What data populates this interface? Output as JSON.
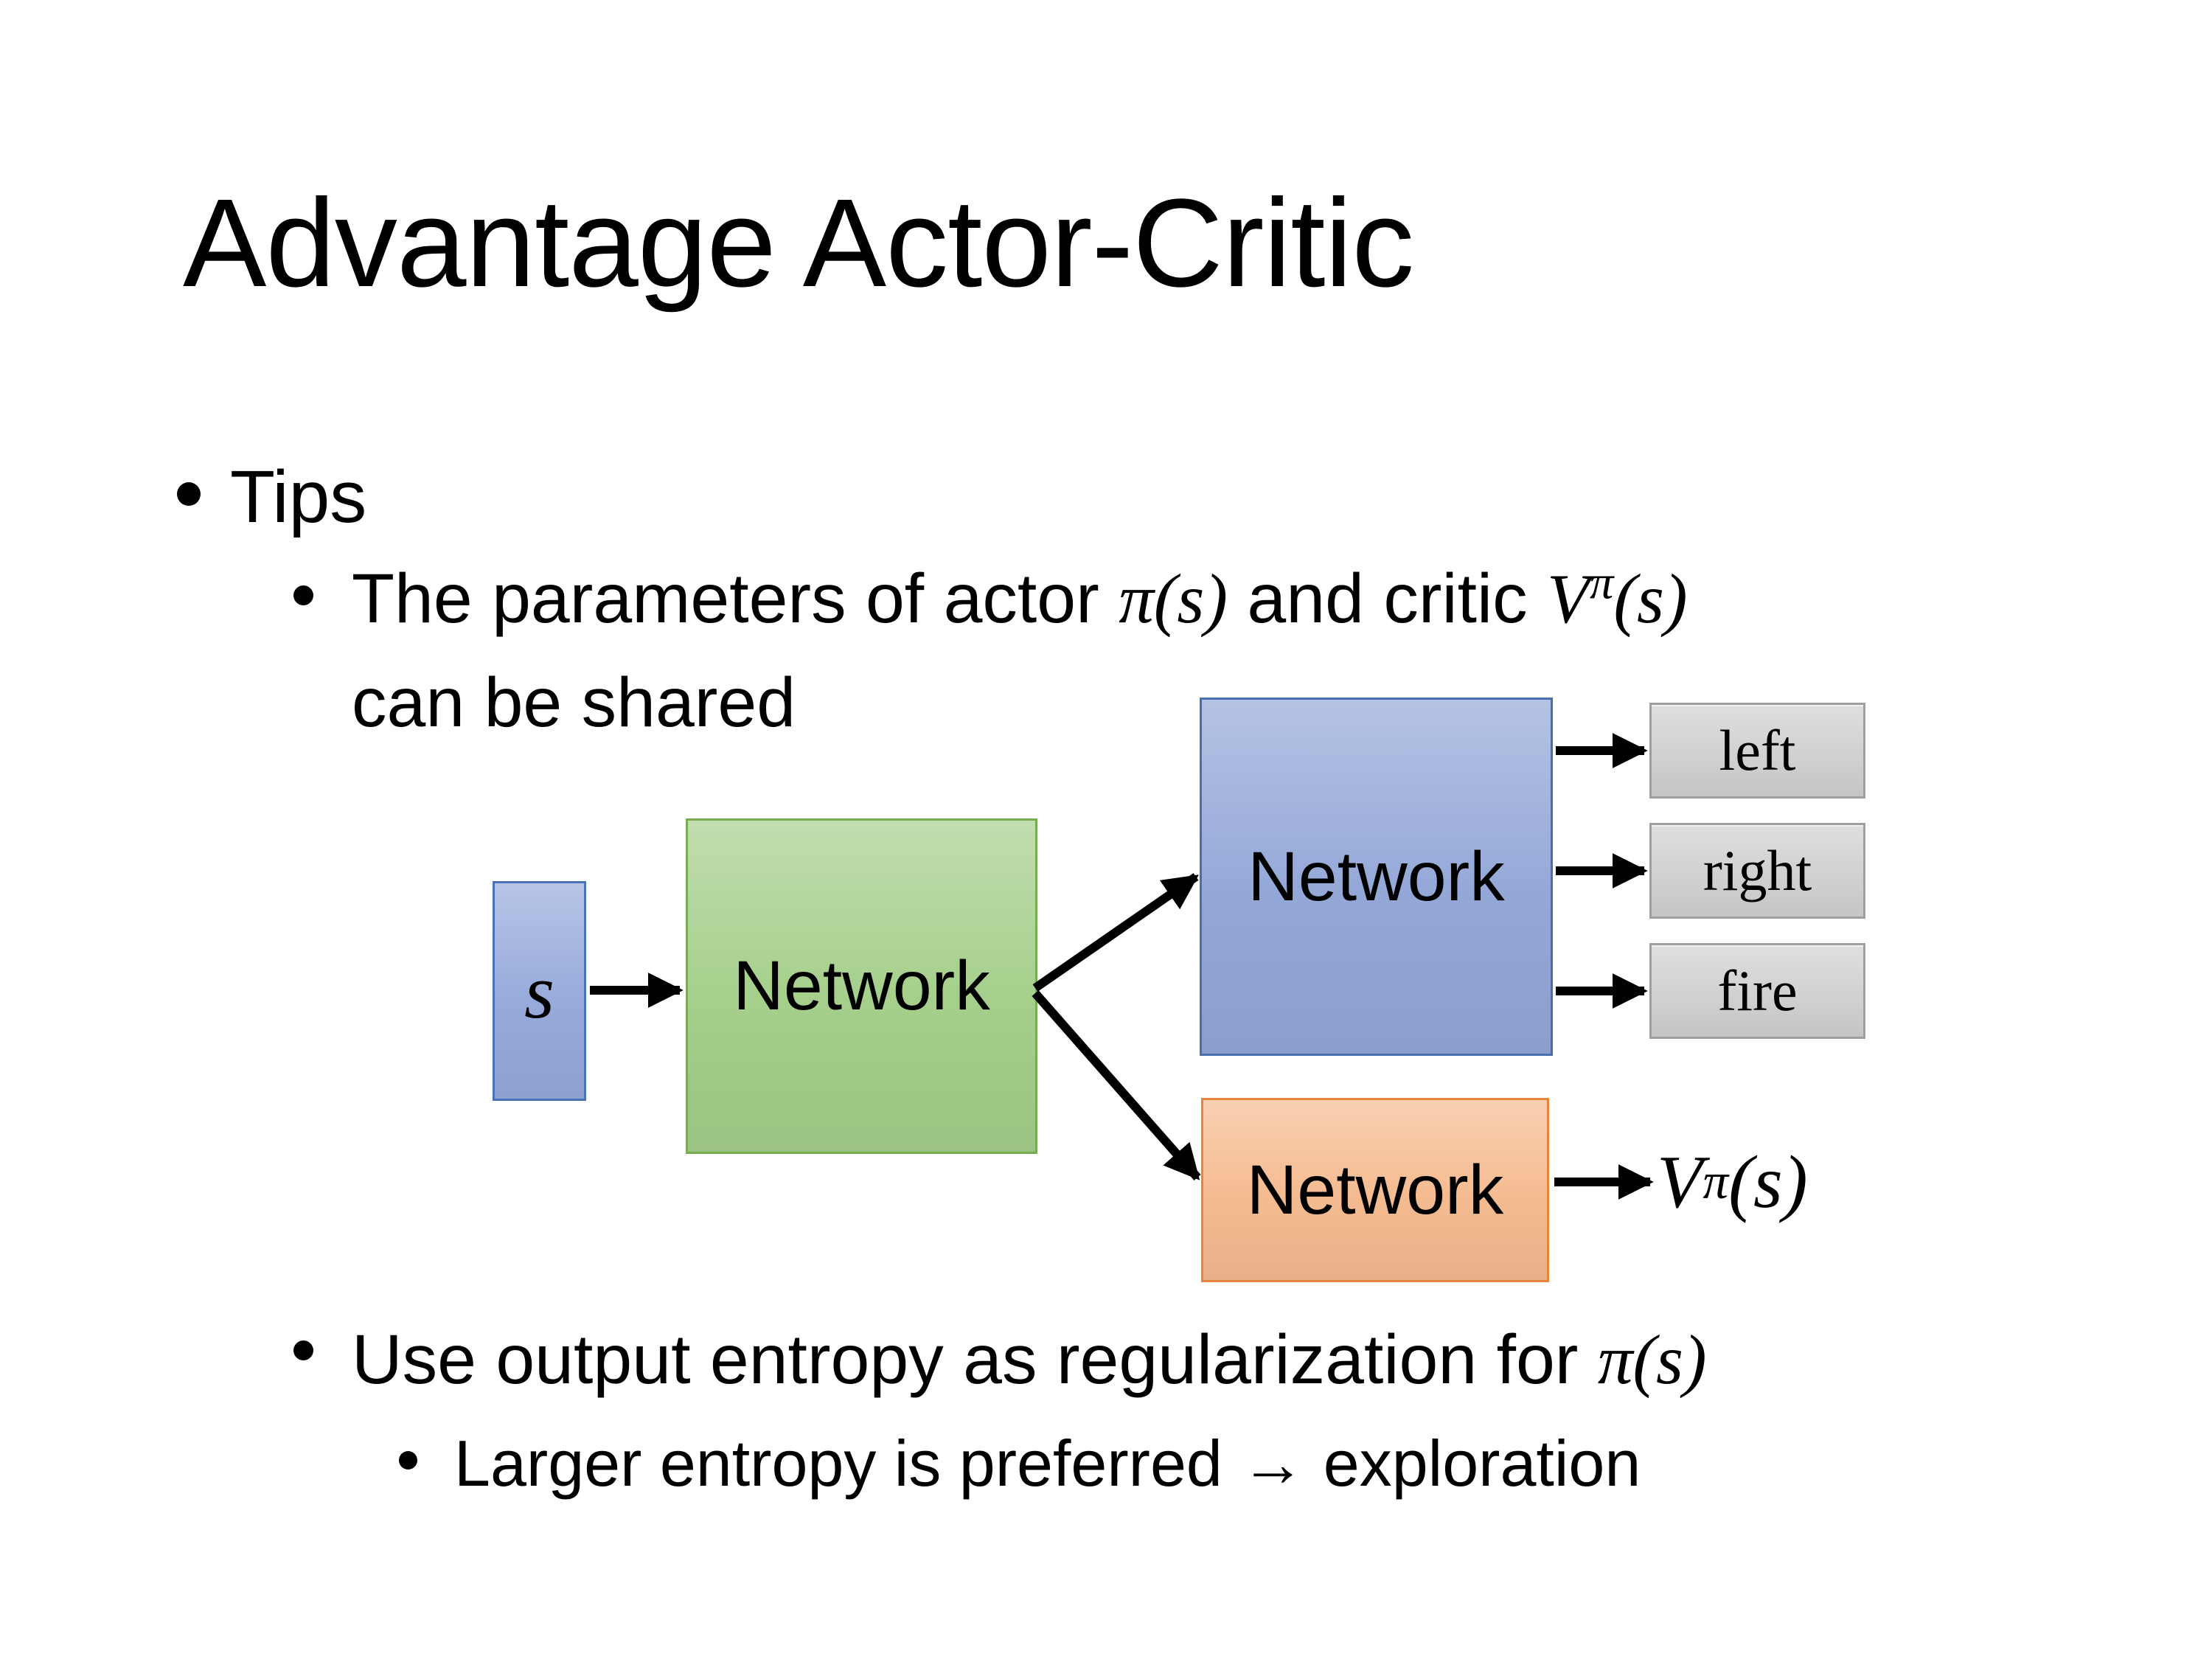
{
  "slide": {
    "title": "Advantage Actor-Critic",
    "bullets": {
      "tips": "Tips",
      "b2_pre": "The parameters of actor ",
      "b2_math1": "π(s)",
      "b2_mid": "  and critic ",
      "b2_math2_base": "V",
      "b2_math2_sup": "π",
      "b2_math2_args": "(s)",
      "b2_line2": "can be shared",
      "b3_pre": "Use output entropy as regularization for ",
      "b3_math": "π(s)",
      "b4_text": "Larger entropy is preferred → exploration"
    },
    "diagram": {
      "state_label": "s",
      "shared_network_label": "Network",
      "actor_network_label": "Network",
      "critic_network_label": "Network",
      "actions": [
        "left",
        "right",
        "fire"
      ],
      "value_base": "V",
      "value_sup": "π",
      "value_args": "(s)",
      "colors": {
        "state_fill": "#97ABDB",
        "state_border": "#4A72B8",
        "shared_fill": "#A5CF8B",
        "shared_border": "#78AC52",
        "actor_fill": "#94A8D8",
        "actor_border": "#4A6FAE",
        "critic_fill": "#F5BB90",
        "critic_border": "#E8833C",
        "action_fill": "#CFD1D2",
        "action_border": "#9E9FA0",
        "arrow": "#000000"
      }
    }
  }
}
